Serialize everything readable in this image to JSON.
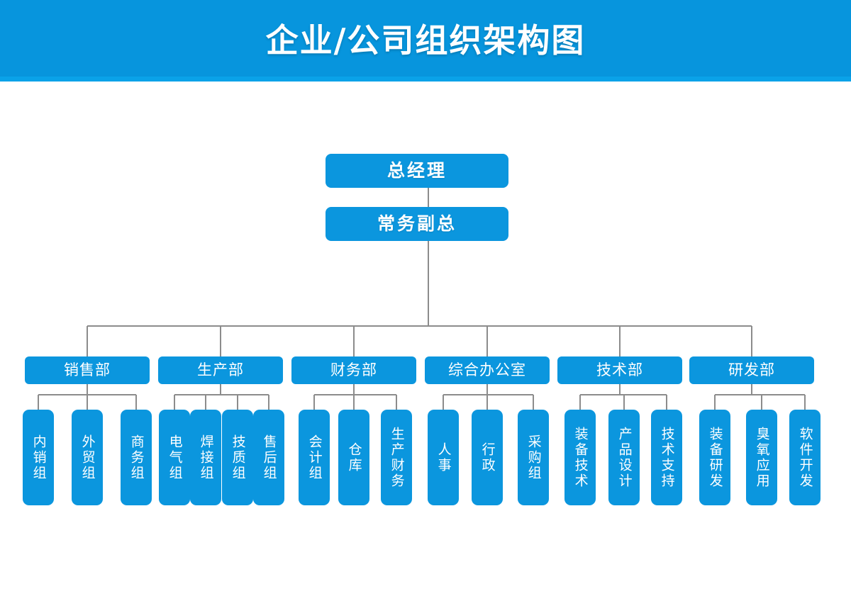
{
  "header": {
    "title": "企业/公司组织架构图",
    "banner_color": "#0795dd",
    "underline_color": "#0aa2e8"
  },
  "theme": {
    "node_color": "#0b96de",
    "node_text_color": "#ffffff",
    "connector_color": "#8c8c8c",
    "background": "#ffffff"
  },
  "chart_data": {
    "type": "diagram",
    "diagram_type": "organization-chart",
    "title": "企业/公司组织架构图",
    "orientation": "top-down",
    "levels": 3,
    "nodes": {
      "executive": [
        {
          "id": "gm",
          "label": "总经理"
        },
        {
          "id": "evp",
          "label": "常务副总"
        }
      ],
      "departments": [
        {
          "id": "sales",
          "label": "销售部",
          "children": [
            {
              "id": "sales-domestic",
              "label": "内销组"
            },
            {
              "id": "sales-foreign-trade",
              "label": "外贸组"
            },
            {
              "id": "sales-business",
              "label": "商务组"
            }
          ]
        },
        {
          "id": "production",
          "label": "生产部",
          "children": [
            {
              "id": "prod-electrical",
              "label": "电气组"
            },
            {
              "id": "prod-welding",
              "label": "焊接组"
            },
            {
              "id": "prod-tech-quality",
              "label": "技质组"
            },
            {
              "id": "prod-after-sales",
              "label": "售后组"
            }
          ]
        },
        {
          "id": "finance",
          "label": "财务部",
          "children": [
            {
              "id": "fin-accounting",
              "label": "会计组"
            },
            {
              "id": "fin-warehouse",
              "label": "仓库"
            },
            {
              "id": "fin-production-finance",
              "label": "生产财务"
            }
          ]
        },
        {
          "id": "general-office",
          "label": "综合办公室",
          "children": [
            {
              "id": "go-hr",
              "label": "人事"
            },
            {
              "id": "go-admin",
              "label": "行政"
            },
            {
              "id": "go-purchasing",
              "label": "采购组"
            }
          ]
        },
        {
          "id": "technology",
          "label": "技术部",
          "children": [
            {
              "id": "tech-equipment",
              "label": "装备技术"
            },
            {
              "id": "tech-product-design",
              "label": "产品设计"
            },
            {
              "id": "tech-support",
              "label": "技术支持"
            }
          ]
        },
        {
          "id": "rnd",
          "label": "研发部",
          "children": [
            {
              "id": "rnd-equipment",
              "label": "装备研发"
            },
            {
              "id": "rnd-ozone",
              "label": "臭氧应用"
            },
            {
              "id": "rnd-software",
              "label": "软件开发"
            }
          ]
        }
      ]
    },
    "edges": [
      {
        "from": "gm",
        "to": "evp"
      },
      {
        "from": "evp",
        "to": "sales"
      },
      {
        "from": "evp",
        "to": "production"
      },
      {
        "from": "evp",
        "to": "finance"
      },
      {
        "from": "evp",
        "to": "general-office"
      },
      {
        "from": "evp",
        "to": "technology"
      },
      {
        "from": "evp",
        "to": "rnd"
      },
      {
        "from": "sales",
        "to": "sales-domestic"
      },
      {
        "from": "sales",
        "to": "sales-foreign-trade"
      },
      {
        "from": "sales",
        "to": "sales-business"
      },
      {
        "from": "production",
        "to": "prod-electrical"
      },
      {
        "from": "production",
        "to": "prod-welding"
      },
      {
        "from": "production",
        "to": "prod-tech-quality"
      },
      {
        "from": "production",
        "to": "prod-after-sales"
      },
      {
        "from": "finance",
        "to": "fin-accounting"
      },
      {
        "from": "finance",
        "to": "fin-warehouse"
      },
      {
        "from": "finance",
        "to": "fin-production-finance"
      },
      {
        "from": "general-office",
        "to": "go-hr"
      },
      {
        "from": "general-office",
        "to": "go-admin"
      },
      {
        "from": "general-office",
        "to": "go-purchasing"
      },
      {
        "from": "technology",
        "to": "tech-equipment"
      },
      {
        "from": "technology",
        "to": "tech-product-design"
      },
      {
        "from": "technology",
        "to": "tech-support"
      },
      {
        "from": "rnd",
        "to": "rnd-equipment"
      },
      {
        "from": "rnd",
        "to": "rnd-ozone"
      },
      {
        "from": "rnd",
        "to": "rnd-software"
      }
    ]
  }
}
